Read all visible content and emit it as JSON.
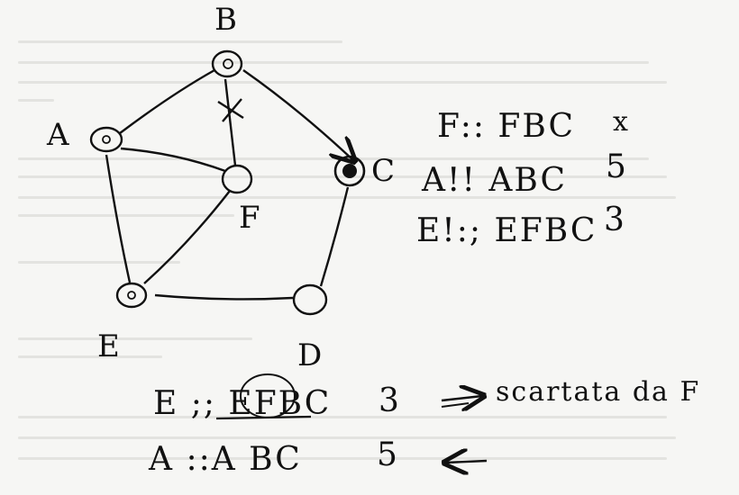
{
  "nodes": {
    "B": "B",
    "A": "A",
    "C": "C",
    "F": "F",
    "E": "E",
    "D": "D"
  },
  "cut_mark": "x",
  "table": [
    {
      "path": "F:: FBC",
      "cost": "x"
    },
    {
      "path": "A!! ABC",
      "cost": "5"
    },
    {
      "path": "E!:; EFBC",
      "cost": "3"
    }
  ],
  "bottom": [
    {
      "path": "E ;; EFBC",
      "cost": "3",
      "note": "scartata da F"
    },
    {
      "path": "A ::A BC",
      "cost": "5"
    }
  ]
}
